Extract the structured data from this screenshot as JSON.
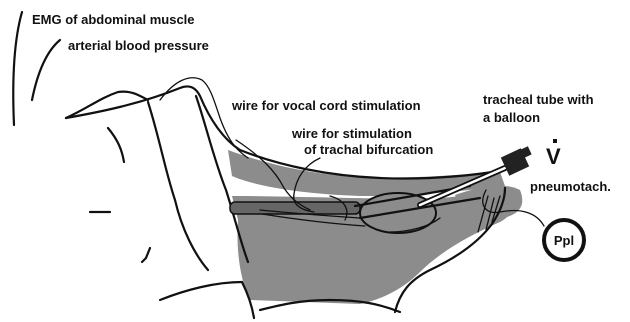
{
  "labels": {
    "emg": "EMG of abdominal muscle",
    "abp": "arterial blood pressure",
    "vocal_wire": "wire for vocal cord stimulation",
    "bif_wire_line1": "wire for stimulation",
    "bif_wire_line2": "of trachal bifurcation",
    "tube_line1": "tracheal tube with",
    "tube_line2": "a balloon",
    "flow_symbol": "V",
    "pneumotach": "pneumotach.",
    "pressure_gauge": "Ppl"
  },
  "colors": {
    "ink": "#111111",
    "tissue_shading": "#8c8c8c",
    "background": "#ffffff"
  }
}
